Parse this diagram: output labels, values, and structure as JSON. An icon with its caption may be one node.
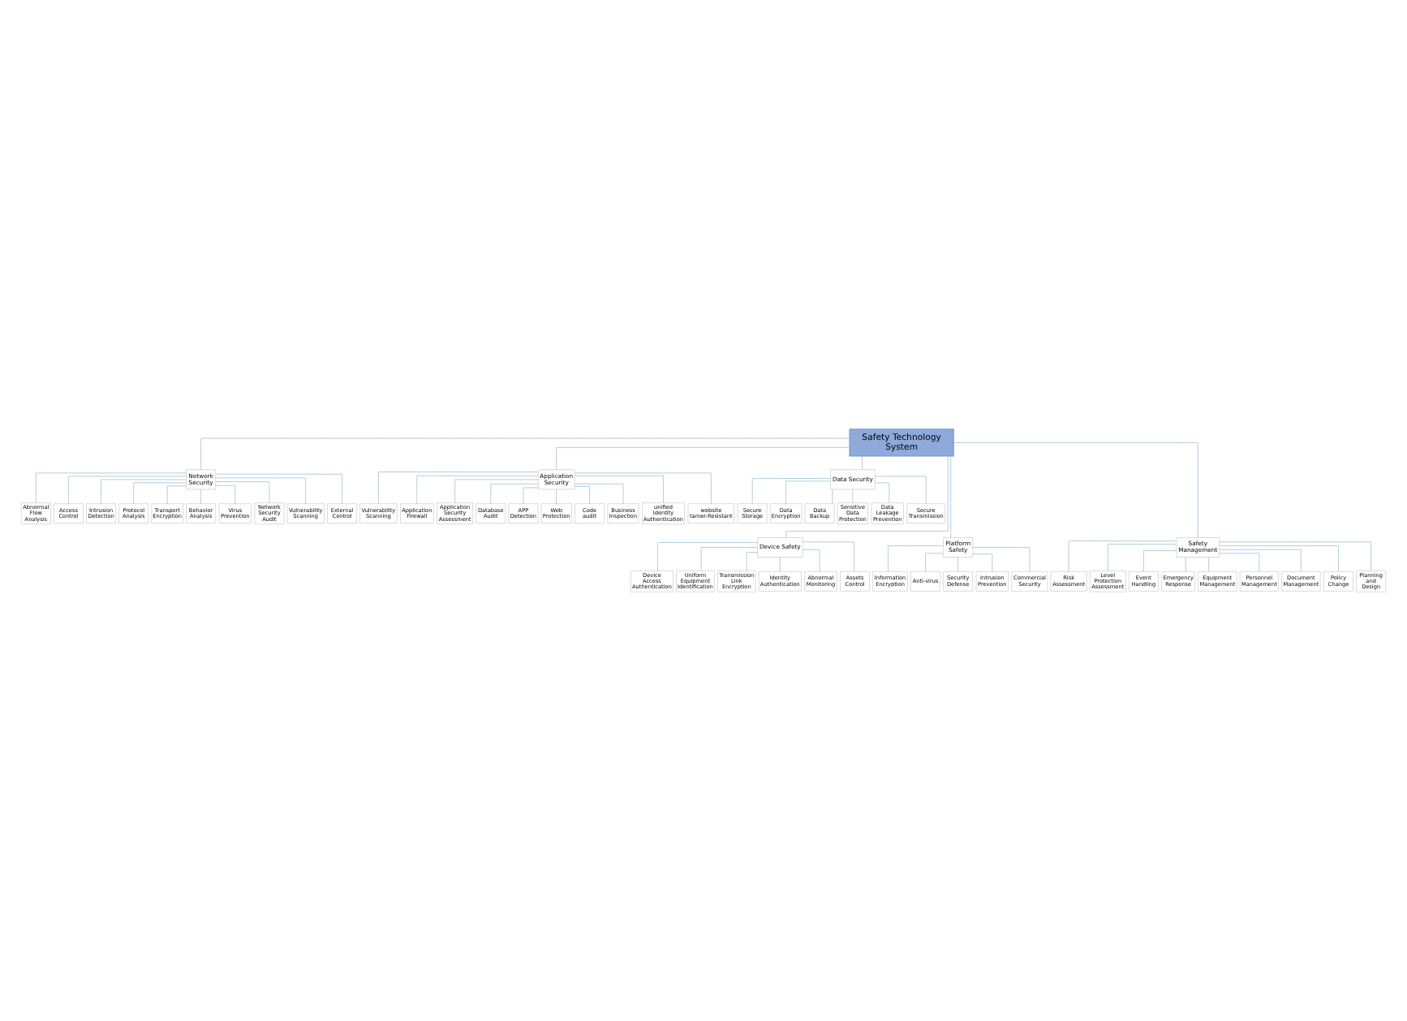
{
  "diagram": {
    "nodes": [
      {
        "text": [
          "Safety Technology System"
        ]
      },
      {
        "text": [
          "Network Security"
        ]
      },
      {
        "text": [
          "Abnormal Flow Analysis"
        ]
      },
      {
        "text": [
          "Access Control"
        ]
      },
      {
        "text": [
          "Intrusion Detection"
        ]
      },
      {
        "text": [
          "Protocol Analysis"
        ]
      },
      {
        "text": [
          "Transport Encryption"
        ]
      },
      {
        "text": [
          "Behavior Analysis"
        ]
      },
      {
        "text": [
          "Virus Prevention"
        ]
      },
      {
        "text": [
          "Network Security Audit"
        ]
      },
      {
        "text": [
          "Vulnerability Scanning"
        ]
      },
      {
        "text": [
          "External Control"
        ]
      },
      {
        "text": [
          "Application Security"
        ]
      },
      {
        "text": [
          "Vulnerability Scanning"
        ]
      },
      {
        "text": [
          "Application Firewall"
        ]
      },
      {
        "text": [
          "Application Security Assessment"
        ]
      },
      {
        "text": [
          "Database Audit"
        ]
      },
      {
        "text": [
          "APP Detection"
        ]
      },
      {
        "text": [
          "Web Protection"
        ]
      },
      {
        "text": [
          "Code audit"
        ]
      },
      {
        "text": [
          "Business Inspection"
        ]
      },
      {
        "text": [
          "unified Identity Authentication"
        ]
      },
      {
        "text": [
          "website tamer-Resistant"
        ]
      },
      {
        "text": [
          "Data Security"
        ]
      },
      {
        "text": [
          "Secure Storage"
        ]
      },
      {
        "text": [
          "Data Encryption"
        ]
      },
      {
        "text": [
          "Data Backup"
        ]
      },
      {
        "text": [
          "Sensitive Data Protection"
        ]
      },
      {
        "text": [
          "Data Leakage Prevention"
        ]
      },
      {
        "text": [
          "Secure Transmission"
        ]
      },
      {
        "text": [
          "Device Safety"
        ]
      },
      {
        "text": [
          "Device Access Authentication"
        ]
      },
      {
        "text": [
          "Uniform Equipment Identification"
        ]
      },
      {
        "text": [
          "Transmission Link Encryption"
        ]
      },
      {
        "text": [
          "Identity Authentication"
        ]
      },
      {
        "text": [
          "Abnormal Monitoring"
        ]
      },
      {
        "text": [
          "Assets Control"
        ]
      },
      {
        "text": [
          "Platform Safety"
        ]
      },
      {
        "text": [
          "Information Encryption"
        ]
      },
      {
        "text": [
          "Anti-virus"
        ]
      },
      {
        "text": [
          "Security Defense"
        ]
      },
      {
        "text": [
          "Intrusion Prevention"
        ]
      },
      {
        "text": [
          "Commercial Security"
        ]
      },
      {
        "text": [
          "Safety Management"
        ]
      },
      {
        "text": [
          "Risk Assessment"
        ]
      },
      {
        "text": [
          "Level Protection Assessment"
        ]
      },
      {
        "text": [
          "Event Handling"
        ]
      },
      {
        "text": [
          "Emergency Response"
        ]
      },
      {
        "text": [
          "Equipment Management"
        ]
      },
      {
        "text": [
          "Personnel Management"
        ]
      },
      {
        "text": [
          "Document Management"
        ]
      },
      {
        "text": [
          "Policy Change"
        ]
      },
      {
        "text": [
          "Planning and Design"
        ]
      }
    ],
    "edges": [
      {
        "from": 0,
        "to": 1,
        "arrow": "none"
      },
      {
        "from": 0,
        "to": 12,
        "arrow": "none"
      },
      {
        "from": 0,
        "to": 23,
        "arrow": "none"
      },
      {
        "from": 0,
        "to": 30,
        "arrow": "none"
      },
      {
        "from": 0,
        "to": 37,
        "arrow": "none"
      },
      {
        "from": 0,
        "to": 43,
        "arrow": "none"
      },
      {
        "from": 1,
        "to": 2,
        "arrow": "none"
      },
      {
        "from": 1,
        "to": 3,
        "arrow": "none"
      },
      {
        "from": 1,
        "to": 4,
        "arrow": "none"
      },
      {
        "from": 1,
        "to": 5,
        "arrow": "none"
      },
      {
        "from": 1,
        "to": 6,
        "arrow": "none"
      },
      {
        "from": 1,
        "to": 7,
        "arrow": "none"
      },
      {
        "from": 1,
        "to": 8,
        "arrow": "none"
      },
      {
        "from": 1,
        "to": 9,
        "arrow": "none"
      },
      {
        "from": 1,
        "to": 10,
        "arrow": "none"
      },
      {
        "from": 1,
        "to": 11,
        "arrow": "none"
      },
      {
        "from": 12,
        "to": 13,
        "arrow": "none"
      },
      {
        "from": 12,
        "to": 14,
        "arrow": "none"
      },
      {
        "from": 12,
        "to": 15,
        "arrow": "none"
      },
      {
        "from": 12,
        "to": 16,
        "arrow": "none"
      },
      {
        "from": 12,
        "to": 17,
        "arrow": "none"
      },
      {
        "from": 12,
        "to": 18,
        "arrow": "none"
      },
      {
        "from": 12,
        "to": 19,
        "arrow": "none"
      },
      {
        "from": 12,
        "to": 20,
        "arrow": "none"
      },
      {
        "from": 12,
        "to": 21,
        "arrow": "none"
      },
      {
        "from": 12,
        "to": 22,
        "arrow": "none"
      },
      {
        "from": 23,
        "to": 24,
        "arrow": "none"
      },
      {
        "from": 23,
        "to": 25,
        "arrow": "none"
      },
      {
        "from": 23,
        "to": 26,
        "arrow": "none"
      },
      {
        "from": 23,
        "to": 27,
        "arrow": "none"
      },
      {
        "from": 23,
        "to": 28,
        "arrow": "none"
      },
      {
        "from": 23,
        "to": 29,
        "arrow": "none"
      },
      {
        "from": 30,
        "to": 31,
        "arrow": "none"
      },
      {
        "from": 30,
        "to": 32,
        "arrow": "none"
      },
      {
        "from": 30,
        "to": 33,
        "arrow": "none"
      },
      {
        "from": 30,
        "to": 34,
        "arrow": "none"
      },
      {
        "from": 30,
        "to": 35,
        "arrow": "none"
      },
      {
        "from": 30,
        "to": 36,
        "arrow": "none"
      },
      {
        "from": 37,
        "to": 38,
        "arrow": "none"
      },
      {
        "from": 37,
        "to": 39,
        "arrow": "none"
      },
      {
        "from": 37,
        "to": 40,
        "arrow": "none"
      },
      {
        "from": 37,
        "to": 41,
        "arrow": "none"
      },
      {
        "from": 37,
        "to": 42,
        "arrow": "none"
      },
      {
        "from": 43,
        "to": 44,
        "arrow": "none"
      },
      {
        "from": 43,
        "to": 45,
        "arrow": "none"
      },
      {
        "from": 43,
        "to": 46,
        "arrow": "none"
      },
      {
        "from": 43,
        "to": 47,
        "arrow": "none"
      },
      {
        "from": 43,
        "to": 48,
        "arrow": "none"
      },
      {
        "from": 43,
        "to": 49,
        "arrow": "none"
      },
      {
        "from": 43,
        "to": 50,
        "arrow": "none"
      },
      {
        "from": 43,
        "to": 51,
        "arrow": "none"
      },
      {
        "from": 43,
        "to": 52,
        "arrow": "none"
      }
    ]
  }
}
